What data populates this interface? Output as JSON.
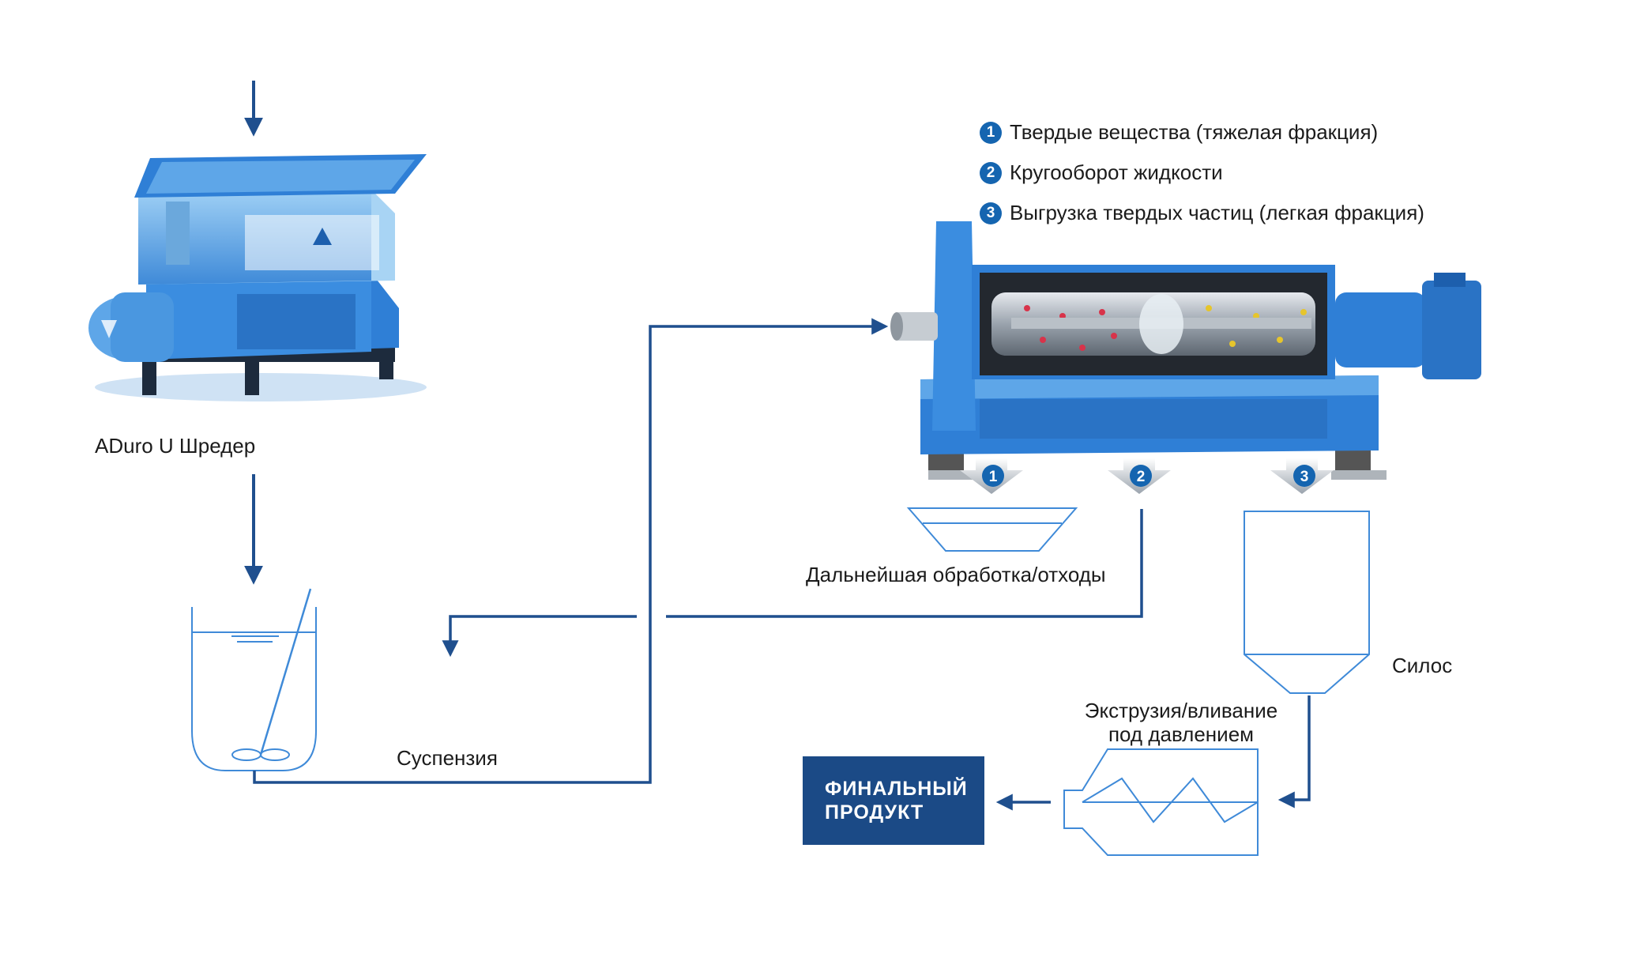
{
  "colors": {
    "flow_line": "#1f4f8e",
    "machine_blue": "#2f7fd6",
    "machine_light": "#8cc3ef",
    "vessel_line": "#3f8ad8",
    "badge": "#1565b0",
    "final_box": "#1b4a86"
  },
  "legend": [
    {
      "num": "1",
      "text": "Твердые вещества (тяжелая фракция)"
    },
    {
      "num": "2",
      "text": "Кругооборот жидкости"
    },
    {
      "num": "3",
      "text": "Выгрузка твердых частиц (легкая фракция)"
    }
  ],
  "outlet_badges": [
    "1",
    "2",
    "3"
  ],
  "labels": {
    "shredder": "ADuro U Шредер",
    "suspension": "Суспензия",
    "further_processing": "Дальнейшая обработка/отходы",
    "silo": "Силос",
    "extrusion_line1": "Экструзия/вливание",
    "extrusion_line2": "под давлением"
  },
  "final_product": {
    "line1": "ФИНАЛЬНЫЙ",
    "line2": "ПРОДУКТ"
  }
}
